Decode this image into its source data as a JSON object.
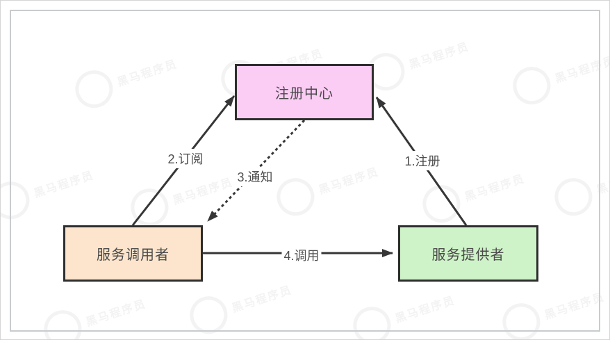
{
  "diagram": {
    "nodes": [
      {
        "id": "registry",
        "label": "注册中心",
        "fill": "#fbccf4",
        "border": "#2e2e2e"
      },
      {
        "id": "consumer",
        "label": "服务调用者",
        "fill": "#fce5cc",
        "border": "#2e2e2e"
      },
      {
        "id": "provider",
        "label": "服务提供者",
        "fill": "#cff3c8",
        "border": "#2e2e2e"
      }
    ],
    "edges": [
      {
        "id": "register",
        "label": "1.注册",
        "from": "provider",
        "to": "registry",
        "style": "solid"
      },
      {
        "id": "subscribe",
        "label": "2.订阅",
        "from": "consumer",
        "to": "registry",
        "style": "solid"
      },
      {
        "id": "notify",
        "label": "3.通知",
        "from": "registry",
        "to": "consumer",
        "style": "dotted"
      },
      {
        "id": "invoke",
        "label": "4.调用",
        "from": "consumer",
        "to": "provider",
        "style": "solid"
      }
    ],
    "line_color": "#363636",
    "text_color": "#4a4a4a"
  },
  "watermark": {
    "text": "黑马程序员"
  }
}
